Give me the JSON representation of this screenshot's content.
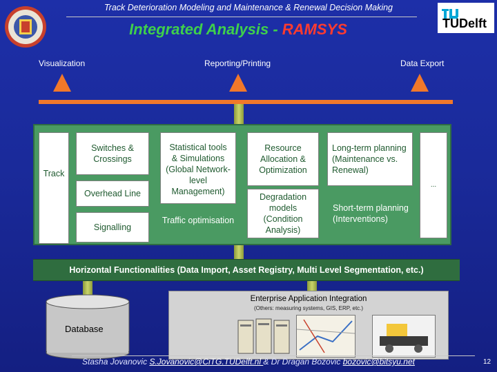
{
  "header": {
    "subtitle": "Track Deterioration Modeling and Maintenance & Renewal Decision Making",
    "title_part1": "Integrated Analysis - ",
    "title_part2": "RAMSYS",
    "logo_right_text": "TUDelft"
  },
  "outputs": [
    "Visualization",
    "Reporting/Printing",
    "Data Export"
  ],
  "track": {
    "label": "Track",
    "items": [
      "Switches & Crossings",
      "Overhead Line",
      "Signalling"
    ]
  },
  "modules": {
    "statistical": "Statistical tools & Simulations (Global Network-level Management)",
    "traffic": "Traffic optimisation",
    "resource": "Resource Allocation & Optimization",
    "degradation": "Degradation models (Condition Analysis)",
    "longterm": "Long-term planning (Maintenance vs. Renewal)",
    "shortterm": "Short-term planning (Interventions)",
    "ellipsis": "..."
  },
  "horizontal": "Horizontal Functionalities (Data Import, Asset Registry, Multi Level Segmentation, etc.)",
  "database": "Database",
  "eai": {
    "title": "Enterprise Application Integration",
    "subtitle": "(Others: measuring systems, GIS, ERP, etc.)"
  },
  "footer": {
    "author1": "Stasha Jovanovic ",
    "email1": "S.Jovanovic@CiTG.TUDelft.nl ",
    "middle": "& Dr Dragan Bozovic ",
    "email2": "bozovic@bitsyu.net"
  },
  "page_number": "12",
  "colors": {
    "accent_orange": "#f1782a",
    "title_green": "#3fd04b",
    "title_red": "#ff3b2f",
    "panel_green": "#4a9a62"
  }
}
